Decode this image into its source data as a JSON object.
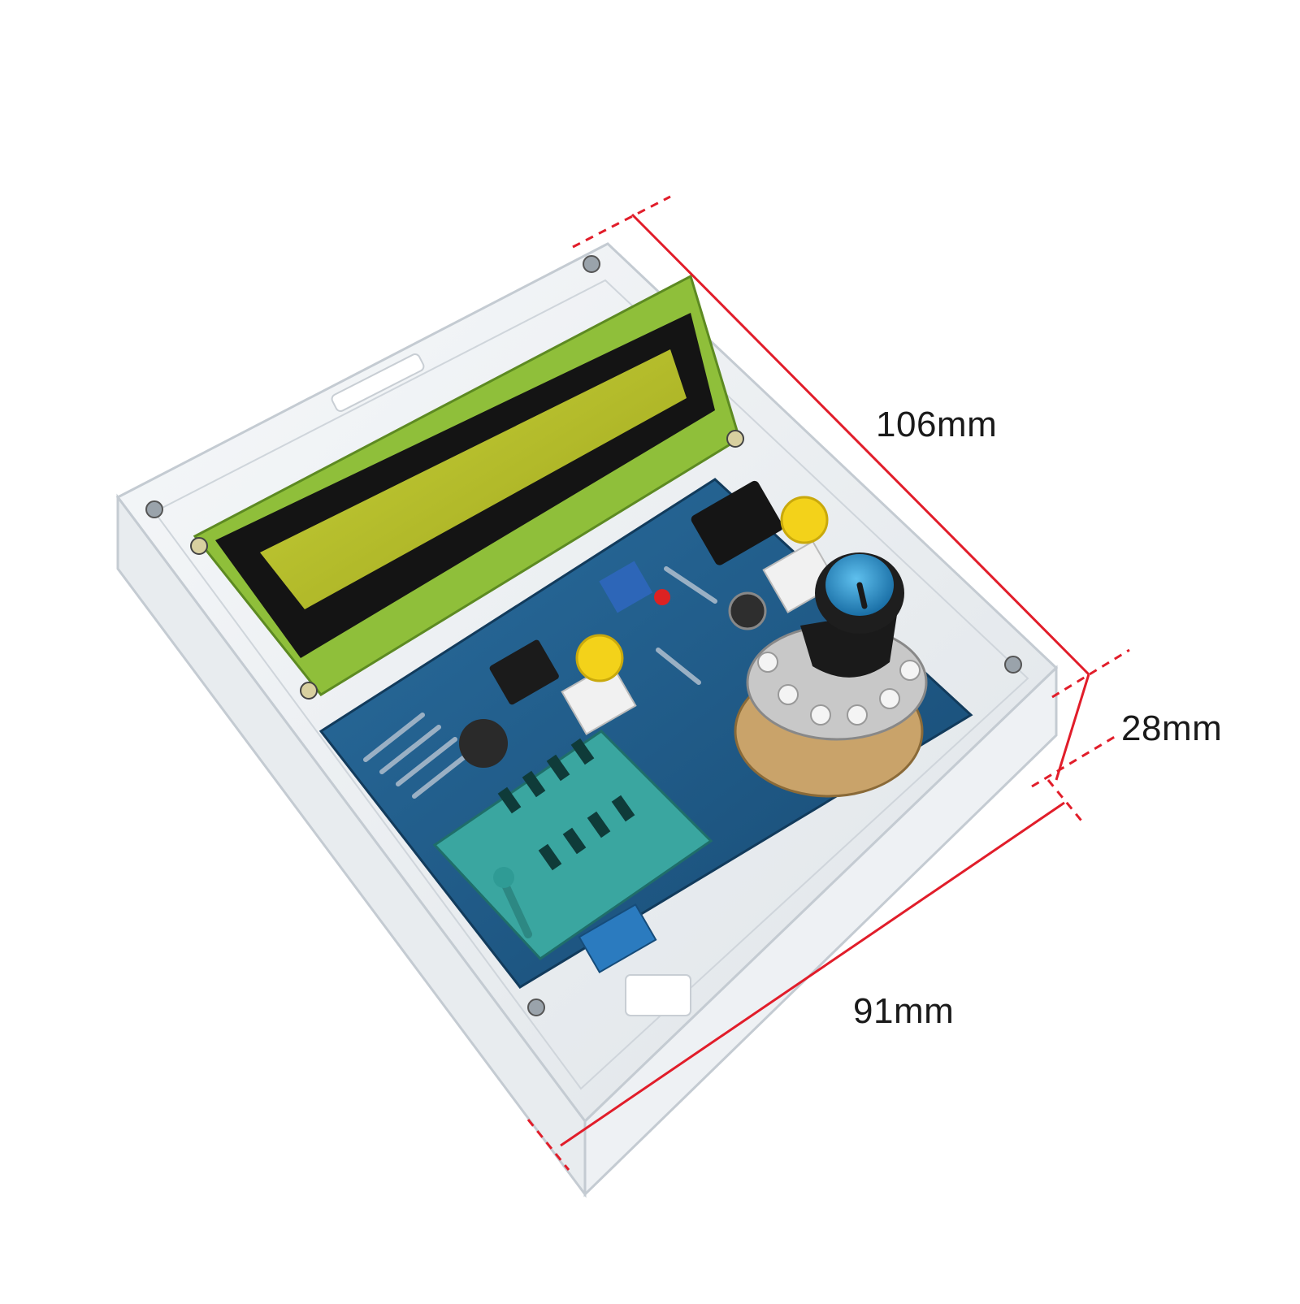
{
  "dimensions": {
    "length": "106mm",
    "height": "28mm",
    "width": "91mm"
  },
  "colors": {
    "dimension_line": "#e11d2a",
    "lcd_screen": "#b9c42c",
    "lcd_bezel": "#141414",
    "lcd_pcb": "#8fbf3a",
    "main_pcb": "#1f5e8e",
    "zif_socket": "#3aa6a0",
    "button_cap": "#f3d21a",
    "knob_cap": "#2a9ad6",
    "acrylic_edge": "#d8dde2"
  },
  "icons": {
    "lcd": "lcd-display-icon",
    "knob": "rotary-knob-icon",
    "socket": "zif-socket-icon"
  }
}
